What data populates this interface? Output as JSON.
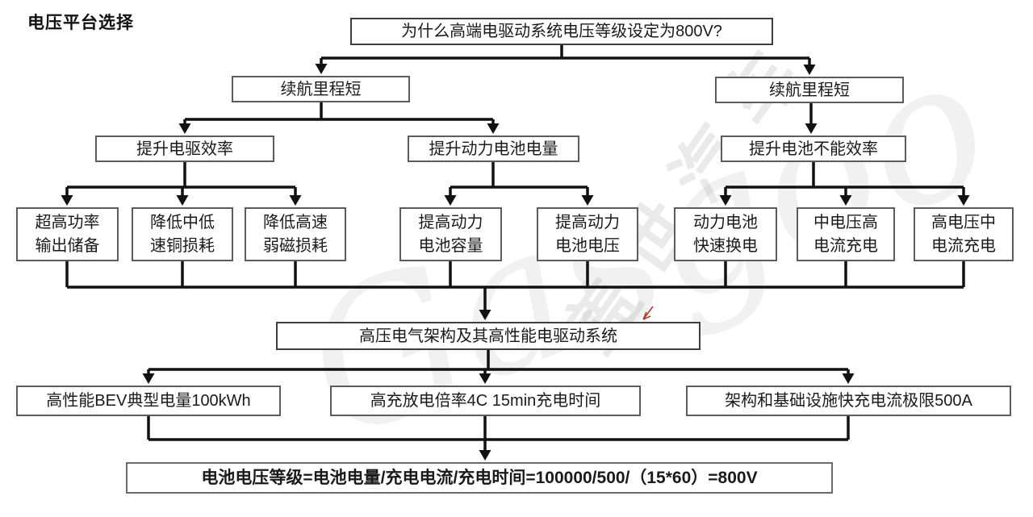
{
  "title": "电压平台选择",
  "watermark": {
    "cn": "盖世汽车",
    "en": "Gasgoo"
  },
  "colors": {
    "line": "#111111",
    "box_border": "#5c5c5c",
    "annotation_red": "#b03a2e"
  },
  "nodes": {
    "question": "为什么高端电驱动系统电压等级设定为800V?",
    "range_left": "续航里程短",
    "range_right": "续航里程短",
    "drive_eff": "提升电驱效率",
    "batt_energy": "提升动力电池电量",
    "batt_refuel": "提升电池不能效率",
    "leaves": [
      "超高功率\n输出储备",
      "降低中低\n速铜损耗",
      "降低高速\n弱磁损耗",
      "提高动力\n电池容量",
      "提高动力\n电池电压",
      "动力电池\n快速换电",
      "中电压高\n电流充电",
      "高电压中\n电流充电"
    ],
    "architecture": "高压电气架构及其高性能电驱动系统",
    "facts": [
      "高性能BEV典型电量100kWh",
      "高充放电倍率4C 15min充电时间",
      "架构和基础设施快充电流极限500A"
    ],
    "formula": "电池电压等级=电池电量/充电电流/充电时间=100000/500/（15*60）=800V"
  }
}
